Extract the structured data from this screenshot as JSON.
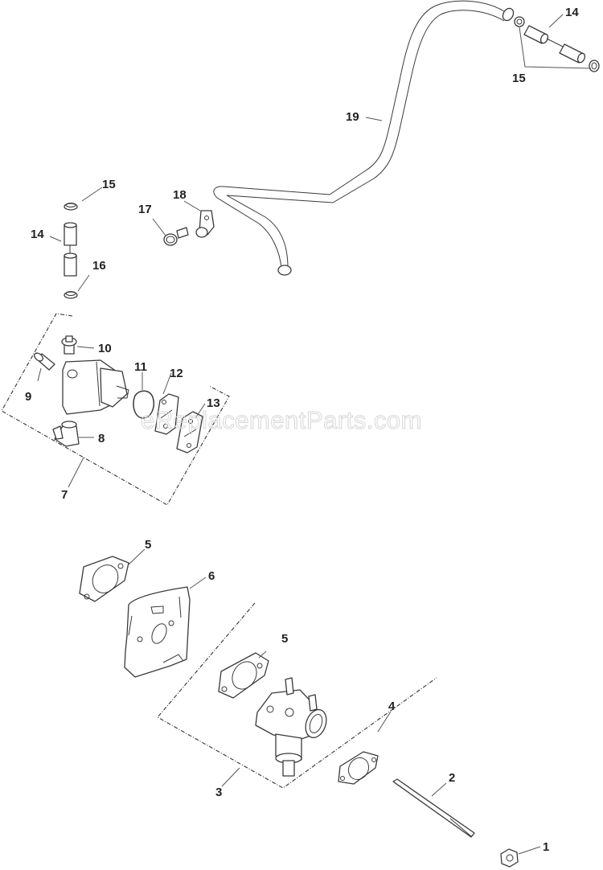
{
  "diagram": {
    "type": "exploded-parts-diagram",
    "watermark": "eReplacementParts.com",
    "callouts": [
      {
        "id": "c1",
        "label": "1",
        "part": "nut"
      },
      {
        "id": "c2",
        "label": "2",
        "part": "stud"
      },
      {
        "id": "c3",
        "label": "3",
        "part": "carburetor-assembly-kit"
      },
      {
        "id": "c4",
        "label": "4",
        "part": "gasket"
      },
      {
        "id": "c5a",
        "label": "5",
        "part": "gasket-upper"
      },
      {
        "id": "c5b",
        "label": "5",
        "part": "gasket-lower"
      },
      {
        "id": "c6",
        "label": "6",
        "part": "heat-shield-plate"
      },
      {
        "id": "c7",
        "label": "7",
        "part": "fuel-pump-kit"
      },
      {
        "id": "c8",
        "label": "8",
        "part": "elbow-fitting"
      },
      {
        "id": "c9",
        "label": "9",
        "part": "screw"
      },
      {
        "id": "c10",
        "label": "10",
        "part": "fitting"
      },
      {
        "id": "c11",
        "label": "11",
        "part": "o-ring"
      },
      {
        "id": "c12",
        "label": "12",
        "part": "gasket"
      },
      {
        "id": "c13",
        "label": "13",
        "part": "plate"
      },
      {
        "id": "c14a",
        "label": "14",
        "part": "fuel-filter-right"
      },
      {
        "id": "c14b",
        "label": "14",
        "part": "fuel-filter-left"
      },
      {
        "id": "c15a",
        "label": "15",
        "part": "hose-clamp-right"
      },
      {
        "id": "c15b",
        "label": "15",
        "part": "hose-clamp-left"
      },
      {
        "id": "c16",
        "label": "16",
        "part": "hose-clamp"
      },
      {
        "id": "c17",
        "label": "17",
        "part": "screw"
      },
      {
        "id": "c18",
        "label": "18",
        "part": "hose-clip"
      },
      {
        "id": "c19",
        "label": "19",
        "part": "fuel-line"
      }
    ]
  }
}
